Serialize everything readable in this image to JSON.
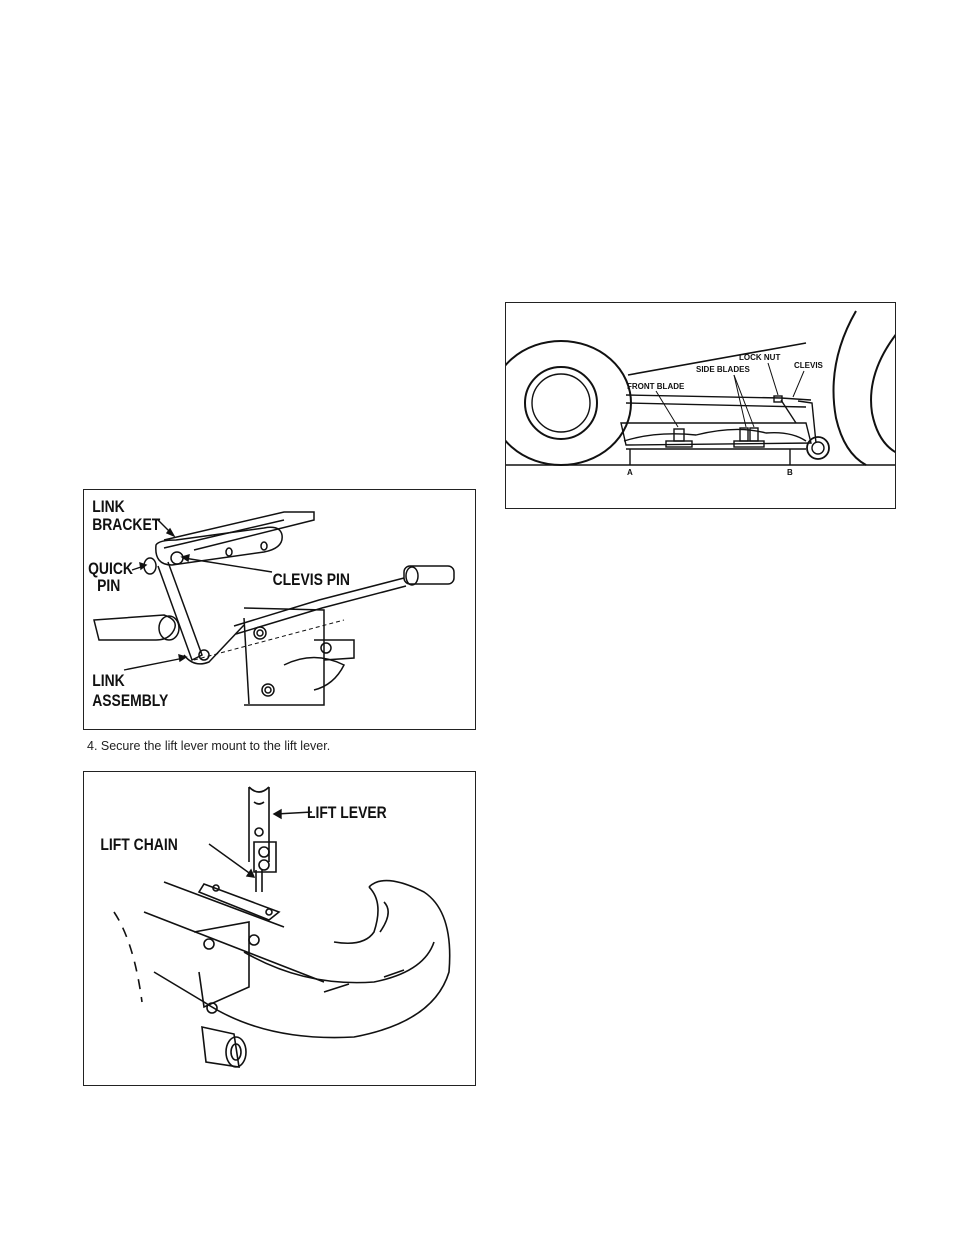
{
  "figure_link": {
    "labels": {
      "link": "LINK",
      "bracket": "BRACKET",
      "quick": "QUICK",
      "pin": "PIN",
      "clevis_pin": "CLEVIS PIN",
      "link2": "LINK",
      "assembly": "ASSEMBLY"
    }
  },
  "step_caption": "4. Secure the lift lever mount to the lift lever.",
  "figure_lift": {
    "labels": {
      "lift_lever": "LIFT  LEVER",
      "lift_chain": "LIFT  CHAIN"
    }
  },
  "figure_deck": {
    "labels": {
      "lock_nut": "LOCK NUT",
      "clevis": "CLEVIS",
      "side_blades": "SIDE BLADES",
      "front_blade": "FRONT BLADE",
      "a": "A",
      "b": "B"
    }
  }
}
